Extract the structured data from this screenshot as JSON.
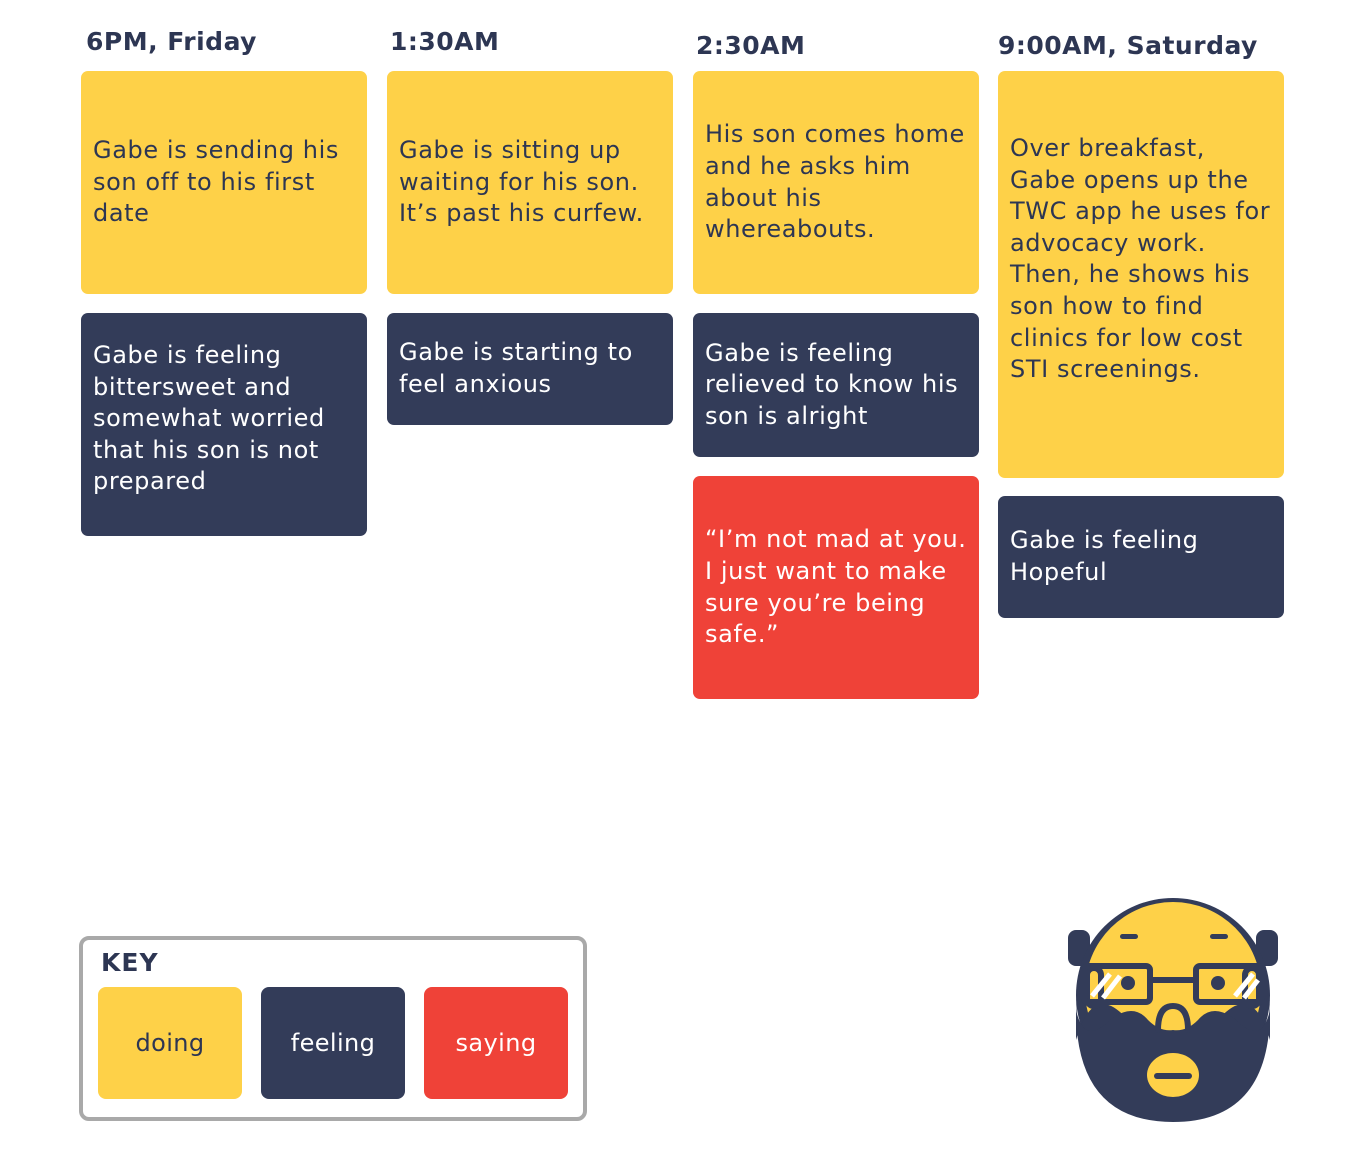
{
  "columns": [
    {
      "title": "6PM, Friday",
      "cards": [
        {
          "type": "doing",
          "text": "Gabe is sending his son off to his first date"
        },
        {
          "type": "feeling",
          "text": "Gabe is feeling bittersweet and somewhat worried that his son is not prepared"
        }
      ]
    },
    {
      "title": "1:30AM",
      "cards": [
        {
          "type": "doing",
          "text": "Gabe is sitting up waiting for his son. It’s past his curfew."
        },
        {
          "type": "feeling",
          "text": "Gabe is starting to feel anxious"
        }
      ]
    },
    {
      "title": "2:30AM",
      "cards": [
        {
          "type": "doing",
          "text": "His son comes home and he asks him about his whereabouts."
        },
        {
          "type": "feeling",
          "text": "Gabe is feeling relieved to know his son is alright"
        },
        {
          "type": "saying",
          "text": "“I’m not mad at you. I just want to make sure you’re being safe.”"
        }
      ]
    },
    {
      "title": "9:00AM, Saturday",
      "cards": [
        {
          "type": "doing",
          "text": "Over breakfast, Gabe opens up the TWC app he uses for advocacy work. Then, he shows his son how to find clinics for low cost STI screenings."
        },
        {
          "type": "feeling",
          "text": "Gabe is feeling Hopeful"
        }
      ]
    }
  ],
  "key": {
    "title": "KEY",
    "items": [
      {
        "label": "doing",
        "color": "#fed148"
      },
      {
        "label": "feeling",
        "color": "#333c59"
      },
      {
        "label": "saying",
        "color": "#ef4238"
      }
    ]
  },
  "colors": {
    "doing": "#fed148",
    "feeling": "#333c59",
    "saying": "#ef4238",
    "text_dark": "#2d3653"
  },
  "avatar": {
    "icon": "bald-bearded-man-with-glasses-icon"
  }
}
